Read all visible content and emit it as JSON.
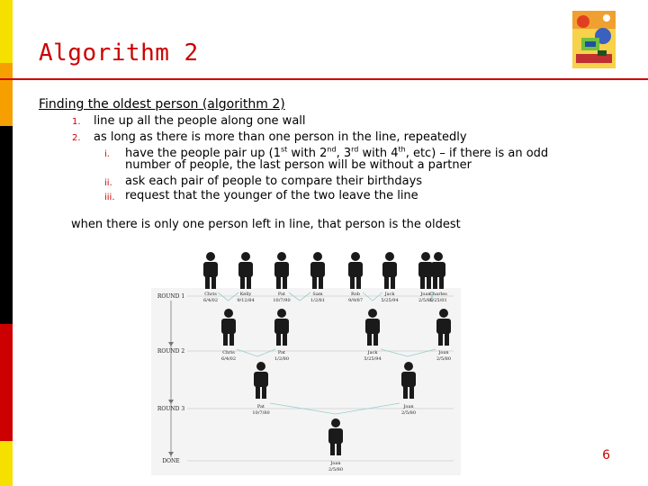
{
  "slide": {
    "title": "Algorithm 2",
    "heading": "Finding the oldest person (algorithm 2)",
    "steps": [
      {
        "marker": "1.",
        "text": "line up all the people along one wall"
      },
      {
        "marker": "2.",
        "text": "as long as there is more than one person in the line, repeatedly"
      }
    ],
    "substeps": [
      {
        "marker": "i.",
        "line1_a": "have the people pair up (1",
        "sup1": "st",
        "line1_b": " with 2",
        "sup2": "nd",
        "line1_c": ", 3",
        "sup3": "rd",
        "line1_d": " with 4",
        "sup4": "th",
        "line1_e": ", etc) – if there is an odd",
        "line2": "number of people, the last person will be without a partner"
      },
      {
        "marker": "ii.",
        "text": "ask each pair of people to compare their birthdays"
      },
      {
        "marker": "iii.",
        "text": "request that the younger of the two leave the line"
      }
    ],
    "conclusion": "when there is only one person left in line, that person is the oldest",
    "page_number": "6"
  },
  "figure": {
    "rounds": [
      "ROUND 1",
      "ROUND 2",
      "ROUND 3",
      "DONE"
    ],
    "round1": [
      {
        "name": "Chris",
        "date": "6/4/02"
      },
      {
        "name": "Kelly",
        "date": "9/12/84"
      },
      {
        "name": "Pat",
        "date": "10/7/90"
      },
      {
        "name": "Sam",
        "date": "1/2/81"
      },
      {
        "name": "Rob",
        "date": "9/9/87"
      },
      {
        "name": "Jack",
        "date": "5/25/94"
      },
      {
        "name": "Joan",
        "date": "2/5/80"
      },
      {
        "name": "Charles",
        "date": "5/25/01"
      }
    ],
    "round2": [
      {
        "name": "Chris",
        "date": "6/4/02"
      },
      {
        "name": "Pat",
        "date": "1/2/80"
      },
      {
        "name": "Jack",
        "date": "5/25/94"
      },
      {
        "name": "Joan",
        "date": "2/5/80"
      }
    ],
    "round3": [
      {
        "name": "Pat",
        "date": "10/7/80"
      },
      {
        "name": "Joan",
        "date": "2/5/80"
      }
    ],
    "done": {
      "name": "Joan",
      "date": "2/5/80"
    }
  },
  "colors": {
    "title": "#cc0000",
    "accent_bar": [
      "#f6e000",
      "#f09000",
      "#000000",
      "#cc0000",
      "#f6e000"
    ]
  }
}
